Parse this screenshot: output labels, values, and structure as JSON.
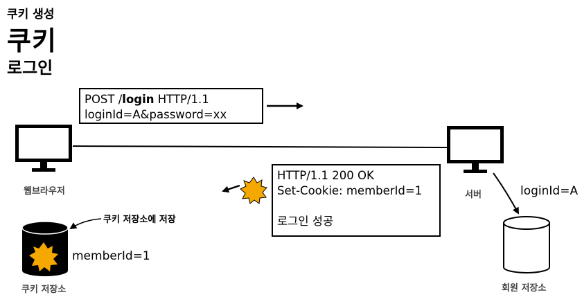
{
  "header": {
    "section": "쿠키 생성",
    "title": "쿠키",
    "subtitle": "로그인"
  },
  "request": {
    "line1_pre": "POST /",
    "line1_bold": "login",
    "line1_post": " HTTP/1.1",
    "line2": "loginId=A&password=xx"
  },
  "response": {
    "line1": "HTTP/1.1 200 OK",
    "line2": "Set-Cookie: memberId=1",
    "line3": "로그인 성공"
  },
  "client": {
    "label": "웹브라우저"
  },
  "server": {
    "label": "서버",
    "arrow_text": "loginId=A"
  },
  "cookie_store": {
    "label": "쿠키 저장소",
    "content": "memberId=1",
    "note": "쿠키 저장소에 저장"
  },
  "member_store": {
    "label": "회원 저장소"
  },
  "colors": {
    "cookie": "#f5a800",
    "ink": "#000000",
    "label": "#444444"
  }
}
